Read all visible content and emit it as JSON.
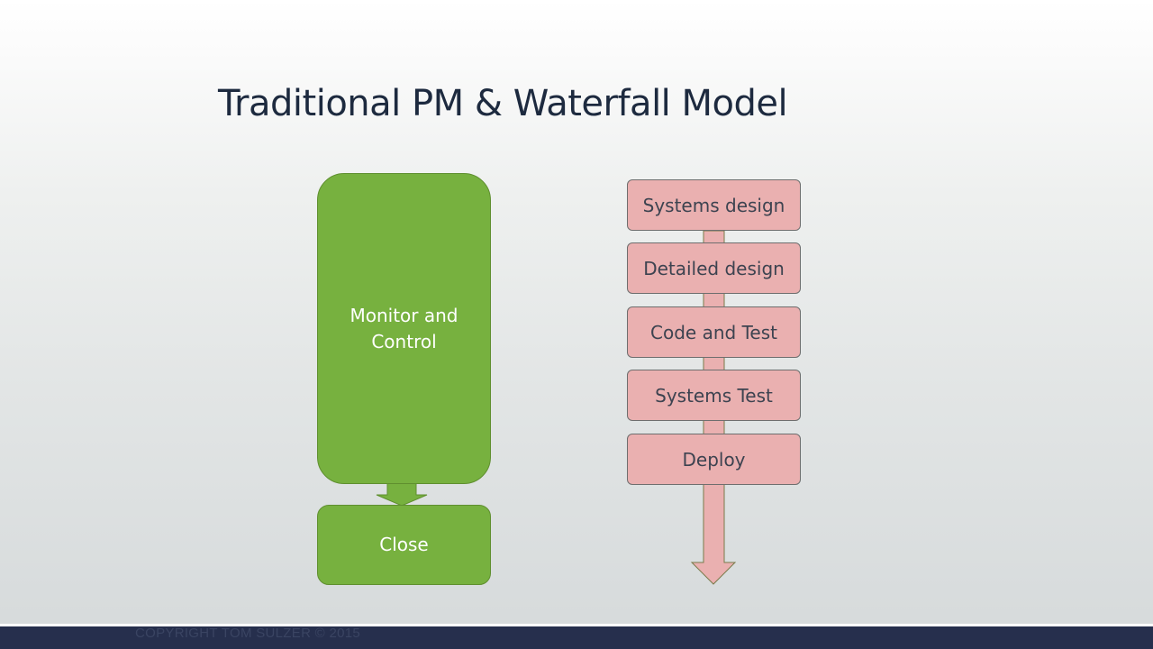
{
  "slide": {
    "title": "Traditional PM & Waterfall Model",
    "footer": "COPYRIGHT TOM SULZER © 2015"
  },
  "pm_flow": {
    "monitor_label": "Monitor and Control",
    "close_label": "Close",
    "color": "#77b13f"
  },
  "waterfall": {
    "color": "#eab0b0",
    "stages": [
      "Systems design",
      "Detailed design",
      "Code and Test",
      "Systems Test",
      "Deploy"
    ]
  },
  "colors": {
    "title": "#1d2a3f",
    "footer_bar": "#262f4d"
  }
}
